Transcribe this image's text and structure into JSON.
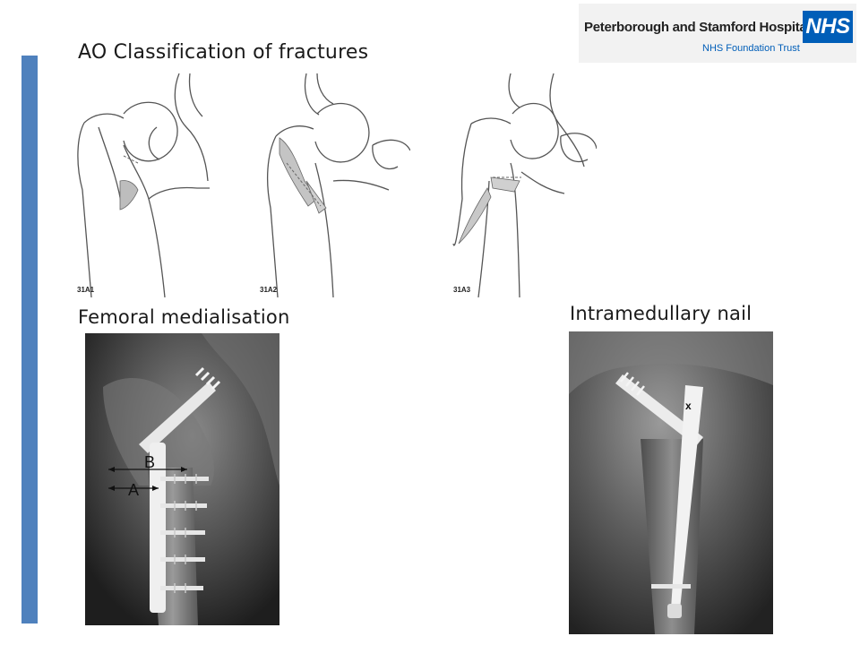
{
  "slide": {
    "title": "AO Classification of fractures",
    "accent_color": "#4f81bd"
  },
  "logo": {
    "organization": "Peterborough and Stamford Hospitals",
    "trust": "NHS Foundation Trust",
    "nhs": "NHS",
    "nhs_color": "#005eb8",
    "trust_color": "#005eb8"
  },
  "diagrams": [
    {
      "label": "31A1"
    },
    {
      "label": "31A2"
    },
    {
      "label": "31A3"
    }
  ],
  "sections": {
    "left_heading": "Femoral medialisation",
    "right_heading": "Intramedullary nail"
  },
  "xray_left": {
    "marker_b": "B",
    "marker_a": "A"
  },
  "xray_right": {
    "marker_x": "x"
  }
}
